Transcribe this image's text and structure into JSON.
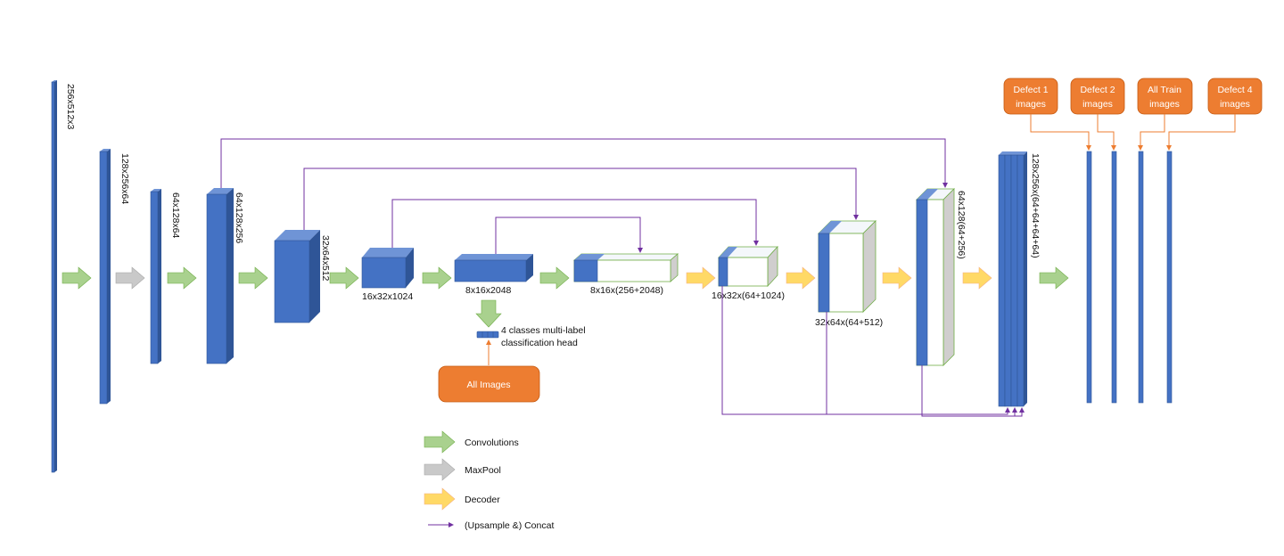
{
  "colors": {
    "blue": "#4472c4",
    "blue_dark": "#2f5597",
    "blue_top": "#6f94d6",
    "green_arrow": "#a9d18e",
    "green_border": "#70ad47",
    "gray_arrow": "#c9c9c9",
    "yellow_arrow": "#ffd966",
    "purple": "#7030a0",
    "orange": "#ed7d31"
  },
  "layers": {
    "input": "256x512x3",
    "enc1": "128x256x64",
    "enc2": "64x128x64",
    "enc3": "64x128x256",
    "enc4": "32x64x512",
    "enc5": "16x32x1024",
    "enc6": "8x16x2048",
    "dec1": "8x16x(256+2048)",
    "dec2": "16x32x(64+1024)",
    "dec3": "32x64x(64+512)",
    "dec4": "64x128(64+256)",
    "final": "128x256x(64+64+64+64)"
  },
  "classification_head": {
    "line1": "4 classes multi-label",
    "line2": "classification head",
    "source": "All Images"
  },
  "outputs": [
    {
      "line1": "Defect 1",
      "line2": "images"
    },
    {
      "line1": "Defect 2",
      "line2": "images"
    },
    {
      "line1": "All Train",
      "line2": "images"
    },
    {
      "line1": "Defect 4",
      "line2": "images"
    }
  ],
  "legend": [
    {
      "kind": "green",
      "label": "Convolutions"
    },
    {
      "kind": "gray",
      "label": "MaxPool"
    },
    {
      "kind": "yellow",
      "label": "Decoder"
    },
    {
      "kind": "line",
      "label": "(Upsample &) Concat"
    }
  ]
}
